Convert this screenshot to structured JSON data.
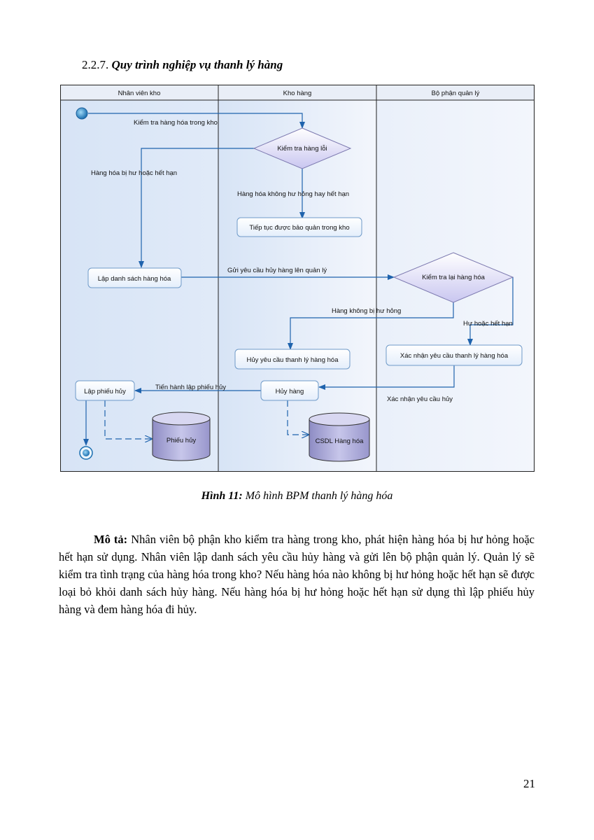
{
  "section": {
    "number": "2.2.7.",
    "title": "Quy trình nghiệp vụ thanh lý hàng"
  },
  "diagram": {
    "lanes": [
      "Nhân viên kho",
      "Kho hàng",
      "Bộ phận quản lý"
    ],
    "activities": {
      "continue_storage": "Tiếp tục được bảo quản trong kho",
      "make_list": "Lập danh sách hàng hóa",
      "cancel_request": "Hủy yêu cầu thanh lý hàng hóa",
      "confirm_request": "Xác nhận yêu cầu thanh lý hàng hóa",
      "make_slip": "Lập phiếu hủy",
      "destroy_goods": "Hủy hàng"
    },
    "decisions": {
      "check_defect": "Kiểm tra hàng lỗi",
      "recheck": "Kiểm tra lại hàng hóa"
    },
    "datastores": {
      "slip": "Phiếu hủy",
      "goods_db": "CSDL Hàng hóa"
    },
    "flows": {
      "check_in_stock": "Kiểm tra hàng hóa trong kho",
      "damaged_expired": "Hàng hóa bị hư hoặc hết hạn",
      "not_damaged": "Hàng hóa không hư hỏng hay hết hạn",
      "send_request": "Gửi yêu cầu hủy hàng lên quản lý",
      "goods_not_damaged": "Hàng không bị hư hỏng",
      "damaged_or_expired": "Hư hoặc hết hạn",
      "proceed_slip": "Tiến hành lập phiếu hủy",
      "confirm_destroy": "Xác nhận yêu cầu hủy"
    }
  },
  "caption": {
    "label": "Hình 11:",
    "text": "Mô hình BPM thanh lý hàng hóa"
  },
  "description": {
    "label": "Mô tả:",
    "text": "Nhân viên bộ phận kho kiểm tra hàng trong kho, phát hiện hàng hóa bị hư hỏng hoặc hết hạn sử dụng. Nhân viên lập danh sách yêu cầu hủy hàng và gửi lên bộ phận quản lý. Quản lý sẽ kiểm tra tình trạng của hàng hóa trong kho? Nếu hàng hóa nào không bị hư hỏng hoặc hết hạn sẽ được loại bỏ khỏi danh sách hủy hàng. Nếu hàng hóa bị hư hỏng hoặc hết hạn sử dụng thì lập phiếu hủy hàng và đem hàng hóa đi hủy."
  },
  "page_number": "21",
  "colors": {
    "lane_fill": "#e6eefa",
    "arrow": "#1f63ad",
    "activity_border": "#6f9ac8",
    "decision_fill_bottom": "#cfcdf3",
    "datastore_fill": "#a9a8d3"
  }
}
